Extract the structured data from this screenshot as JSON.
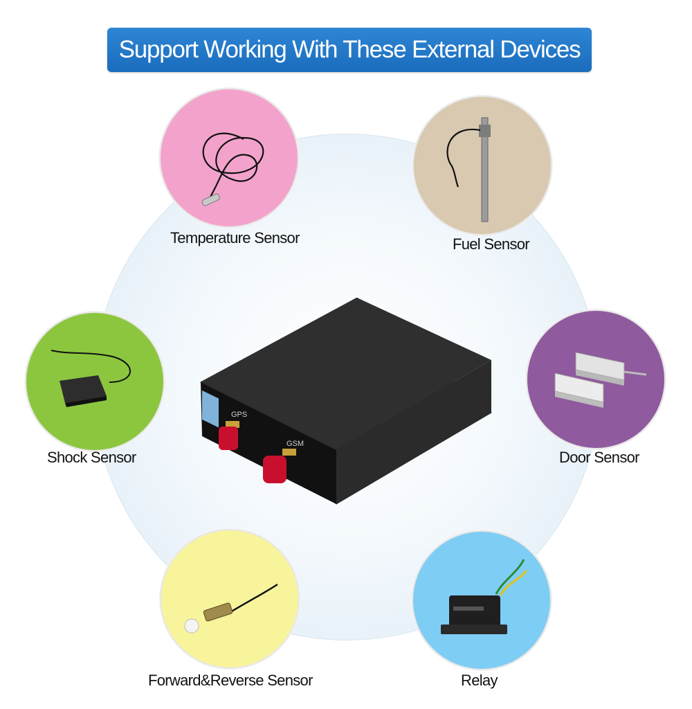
{
  "banner": {
    "title": "Support Working With These External Devices"
  },
  "devices": [
    {
      "label": "Temperature Sensor",
      "icon": "temperature-sensor-icon",
      "color": "#f3a3cb"
    },
    {
      "label": "Fuel Sensor",
      "icon": "fuel-sensor-icon",
      "color": "#d8c9b0"
    },
    {
      "label": "Shock Sensor",
      "icon": "shock-sensor-icon",
      "color": "#8cc63f"
    },
    {
      "label": "Door Sensor",
      "icon": "door-sensor-icon",
      "color": "#8f5a9e"
    },
    {
      "label": "Forward&Reverse Sensor",
      "icon": "proximity-sensor-icon",
      "color": "#f7f49c"
    },
    {
      "label": "Relay",
      "icon": "relay-icon",
      "color": "#7ecdf4"
    }
  ],
  "tracker": {
    "antenna_gps": "GPS",
    "antenna_gsm": "GSM"
  }
}
